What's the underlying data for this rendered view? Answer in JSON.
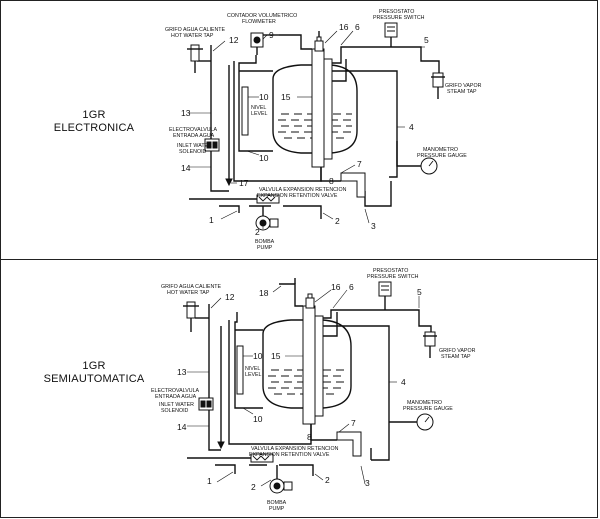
{
  "panels": [
    {
      "title_line1": "1GR",
      "title_line2": "ELECTRONICA",
      "labels": {
        "hot_tap": [
          "GRIFO AGUA CALIENTE",
          "HOT WATER TAP"
        ],
        "flowmeter": [
          "CONTADOR VOLUMETRICO",
          "FLOWMETER"
        ],
        "pressure_switch": [
          "PRESOSTATO",
          "PRESSURE SWITCH"
        ],
        "steam_tap": [
          "GRIFO VAPOR",
          "STEAM TAP"
        ],
        "level": [
          "NIVEL",
          "LEVEL"
        ],
        "solenoid": [
          "ELECTROVALVULA",
          "ENTRADA AGUA",
          "INLET WATER",
          "SOLENOID"
        ],
        "gauge": [
          "MANOMETRO",
          "PRESSURE GAUGE"
        ],
        "exp_valve": [
          "VALVULA EXPANSION RETENCION",
          "EXPANSION RETENTION VALVE"
        ],
        "pump": [
          "BOMBA",
          "PUMP"
        ]
      },
      "numbers": [
        "1",
        "2",
        "2",
        "3",
        "4",
        "5",
        "6",
        "7",
        "8",
        "9",
        "10",
        "10",
        "12",
        "13",
        "14",
        "15",
        "16",
        "17"
      ]
    },
    {
      "title_line1": "1GR",
      "title_line2": "SEMIAUTOMATICA",
      "labels": {
        "hot_tap": [
          "GRIFO AGUA CALIENTE",
          "HOT WATER TAP"
        ],
        "pressure_switch": [
          "PRESOSTATO",
          "PRESSURE SWITCH"
        ],
        "steam_tap": [
          "GRIFO VAPOR",
          "STEAM TAP"
        ],
        "level": [
          "NIVEL",
          "LEVEL"
        ],
        "solenoid": [
          "ELECTROVALVULA",
          "ENTRADA AGUA",
          "INLET WATER",
          "SOLENOID"
        ],
        "gauge": [
          "MANOMETRO",
          "PRESSURE GAUGE"
        ],
        "exp_valve": [
          "VALVULA EXPANSION RETENCION",
          "EXPANSION RETENTION VALVE"
        ],
        "pump": [
          "BOMBA",
          "PUMP"
        ]
      },
      "numbers": [
        "1",
        "2",
        "2",
        "3",
        "4",
        "5",
        "6",
        "7",
        "8",
        "10",
        "10",
        "12",
        "13",
        "14",
        "15",
        "16",
        "18"
      ]
    }
  ]
}
